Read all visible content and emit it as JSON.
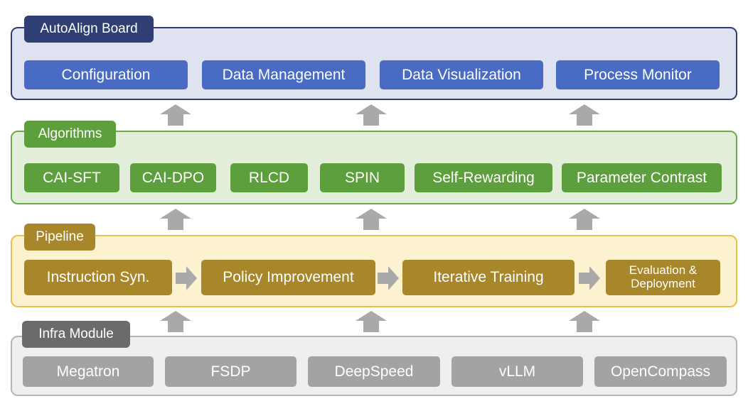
{
  "board": {
    "title": "AutoAlign Board",
    "items": [
      "Configuration",
      "Data Management",
      "Data Visualization",
      "Process Monitor"
    ]
  },
  "algorithms": {
    "title": "Algorithms",
    "items": [
      "CAI-SFT",
      "CAI-DPO",
      "RLCD",
      "SPIN",
      "Self-Rewarding",
      "Parameter Contrast"
    ]
  },
  "pipeline": {
    "title": "Pipeline",
    "items": [
      "Instruction Syn.",
      "Policy Improvement",
      "Iterative Training",
      "Evaluation & Deployment"
    ]
  },
  "infra": {
    "title": "Infra Module",
    "items": [
      "Megatron",
      "FSDP",
      "DeepSpeed",
      "vLLM",
      "OpenCompass"
    ]
  },
  "colors": {
    "board_bg": "#dfe3f1",
    "board_border": "#2f3f73",
    "board_tag": "#2f3f73",
    "board_box": "#4a6bc3",
    "alg_bg": "#e4efdb",
    "alg_border": "#6aab47",
    "alg_box": "#5d9f3d",
    "pipe_bg": "#fdf2cf",
    "pipe_border": "#e9c04a",
    "pipe_box": "#a8862a",
    "infra_bg": "#efefef",
    "infra_border": "#b5b5b5",
    "infra_tag": "#6b6b6b",
    "infra_box": "#a3a3a3",
    "arrow": "#a9a9a9"
  }
}
